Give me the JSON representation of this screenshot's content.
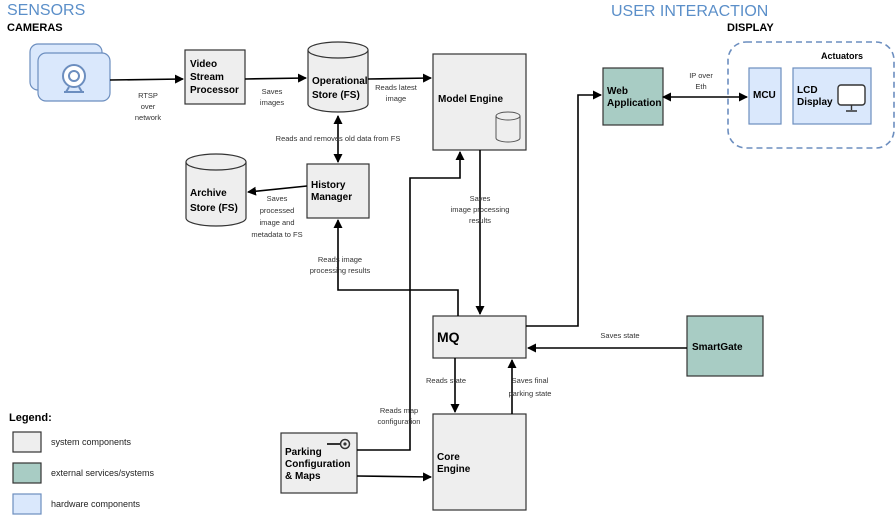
{
  "sections": {
    "sensors": "SENSORS",
    "cameras": "CAMERAS",
    "user_interaction": "USER INTERACTION",
    "display": "DISPLAY",
    "actuators": "Actuators"
  },
  "nodes": {
    "video_stream_processor": [
      "Video",
      "Stream",
      "Processor"
    ],
    "operational_store": [
      "Operational",
      "Store (FS)"
    ],
    "archive_store": [
      "Archive",
      "Store (FS)"
    ],
    "history_manager": [
      "History",
      "Manager"
    ],
    "model_engine": "Model Engine",
    "mq": "MQ",
    "core_engine": [
      "Core",
      "Engine"
    ],
    "parking_config": [
      "Parking",
      "Configuration",
      "& Maps"
    ],
    "smartgate": "SmartGate",
    "web_application": [
      "Web",
      "Application"
    ],
    "mcu": "MCU",
    "lcd_display": [
      "LCD",
      "Display"
    ]
  },
  "edge_labels": {
    "rtsp": [
      "RTSP",
      "over",
      "network"
    ],
    "saves_images": [
      "Saves",
      "images"
    ],
    "reads_latest": [
      "Reads latest",
      "image"
    ],
    "reads_removes": "Reads and removes old data from FS",
    "saves_processed": [
      "Saves",
      "processed",
      "image and",
      "metadata to FS"
    ],
    "saves_results": [
      "Saves",
      "image processing",
      "results"
    ],
    "reads_results": [
      "Reads image",
      "processing results"
    ],
    "ip_over_eth": [
      "IP over",
      "Eth"
    ],
    "saves_state": "Saves state",
    "reads_state": "Reads state",
    "saves_final": [
      "Saves final",
      "parking state"
    ],
    "reads_map": [
      "Reads map",
      "configuration"
    ]
  },
  "legend": {
    "title": "Legend:",
    "items": [
      {
        "label": "system components",
        "color": "#eeeeee"
      },
      {
        "label": "external services/systems",
        "color": "#a8ccc4"
      },
      {
        "label": "hardware components",
        "color": "#dae8fc"
      }
    ]
  },
  "colors": {
    "system": "#eeeeee",
    "external": "#a8ccc4",
    "hardware": "#dae8fc",
    "heading": "#5b8fc9"
  }
}
